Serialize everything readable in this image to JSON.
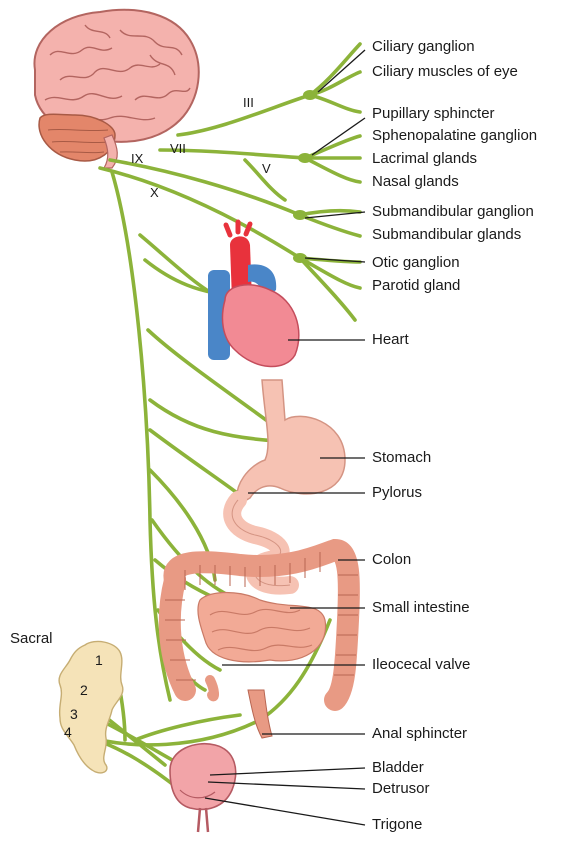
{
  "nerves": {
    "iii": "III",
    "vii": "VII",
    "ix": "IX",
    "x": "X",
    "v": "V"
  },
  "sacral": {
    "title": "Sacral",
    "s1": "1",
    "s2": "2",
    "s3": "3",
    "s4": "4"
  },
  "labels": {
    "ciliary_ganglion": "Ciliary ganglion",
    "ciliary_muscles": "Ciliary muscles of eye",
    "pupillary_sphincter": "Pupillary sphincter",
    "sphenopalatine_ganglion": "Sphenopalatine ganglion",
    "lacrimal_glands": "Lacrimal glands",
    "nasal_glands": "Nasal glands",
    "submandibular_ganglion": "Submandibular ganglion",
    "submandibular_glands": "Submandibular glands",
    "otic_ganglion": "Otic ganglion",
    "parotid_gland": "Parotid gland",
    "heart": "Heart",
    "stomach": "Stomach",
    "pylorus": "Pylorus",
    "colon": "Colon",
    "small_intestine": "Small intestine",
    "ileocecal_valve": "Ileocecal valve",
    "anal_sphincter": "Anal sphincter",
    "bladder": "Bladder",
    "detrusor": "Detrusor",
    "trigone": "Trigone"
  },
  "colors": {
    "nerve_green": "#8cb33a",
    "brain_pink": "#f2a9a5",
    "cerebellum": "#e3866a",
    "heart_red": "#e8323c",
    "vessel_blue": "#4a86c8",
    "organ_pink": "#f6c2b3",
    "colon": "#e89a84",
    "sacrum": "#f5e3b8"
  }
}
